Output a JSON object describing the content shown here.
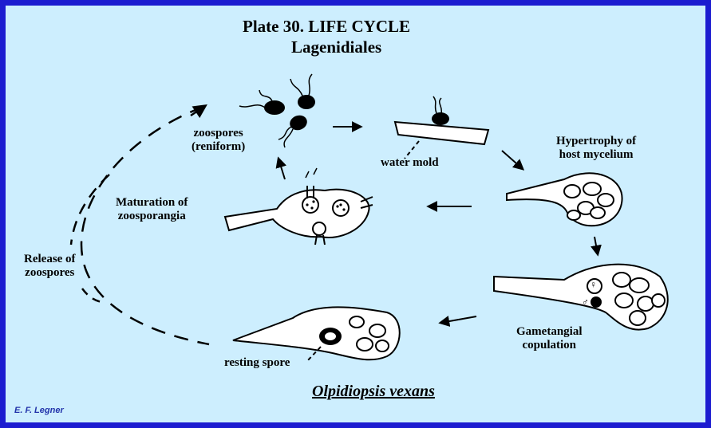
{
  "title": "Plate 30.  LIFE CYCLE",
  "subtitle": "Lagenidiales",
  "stages": {
    "zoospores_line1": "zoospores",
    "zoospores_line2": "(reniform)",
    "water_mold": "water mold",
    "hypertrophy_line1": "Hypertrophy of",
    "hypertrophy_line2": "host mycelium",
    "maturation_line1": "Maturation of",
    "maturation_line2": "zoosporangia",
    "release_line1": "Release of",
    "release_line2": "zoospores",
    "gametangial_line1": "Gametangial",
    "gametangial_line2": "copulation",
    "resting_spore": "resting spore",
    "female_symbol": "♀",
    "male_symbol": "♂"
  },
  "species": "Olpidiopsis vexans",
  "credit": "E. F. Legner",
  "colors": {
    "frame": "#1c1cd0",
    "background": "#cdeefe",
    "ink": "#000000",
    "credit": "#2233aa"
  }
}
